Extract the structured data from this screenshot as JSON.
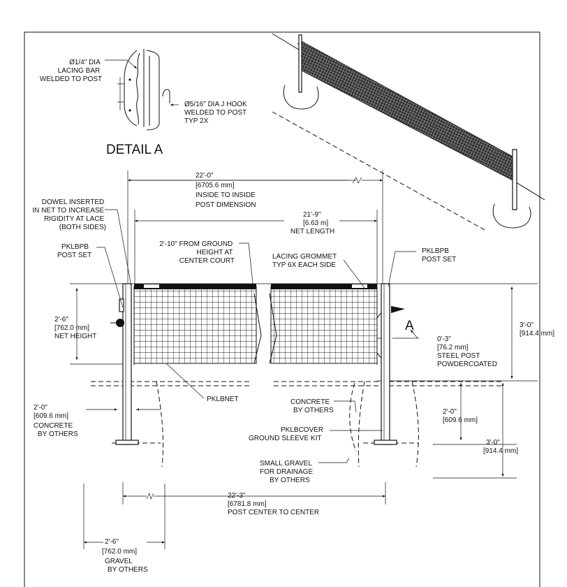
{
  "detail": {
    "title": "DETAIL  A",
    "lacing_bar": [
      "Ø1/4\" DIA",
      "LACING BAR",
      "WELDED TO POST"
    ],
    "j_hook": [
      "Ø5/16\" DIA J HOOK",
      "WELDED TO POST",
      "TYP 2X"
    ]
  },
  "dimensions": {
    "inside_post": [
      "22'-0\"",
      "[6705.6 mm]",
      "INSIDE TO INSIDE",
      "POST DIMENSION"
    ],
    "net_length": [
      "21'-9\"",
      "[6.63 m]",
      "NET LENGTH"
    ],
    "net_height": [
      "2'-6\"",
      "[762.0 mm]",
      "NET HEIGHT"
    ],
    "center_height": [
      "2'-10\" FROM GROUND",
      "HEIGHT AT",
      "CENTER  COURT"
    ],
    "post_height": [
      "3'-0\"",
      "[914.4 mm]"
    ],
    "post_width": [
      "0'-3\"",
      "[76.2 mm]",
      "STEEL POST",
      "POWDERCOATED"
    ],
    "concrete_depth_left": [
      "2'-0\"",
      "[609.6 mm]",
      "CONCRETE",
      "BY OTHERS"
    ],
    "concrete_depth_right": [
      "2'-0\"",
      "[609.6 mm]"
    ],
    "total_depth": [
      "3'-0\"",
      "[914.4 mm]"
    ],
    "post_center": [
      "22'-3\"",
      "[6781.8 mm]",
      "POST CENTER TO CENTER"
    ],
    "gravel_width": [
      "2'-6\"",
      "[762.0 mm]",
      "GRAVEL",
      "BY OTHERS"
    ]
  },
  "labels": {
    "dowel": [
      "DOWEL INSERTED",
      "IN NET TO INCREASE",
      "RIGIDITY AT LACE",
      "(BOTH SIDES)"
    ],
    "post_set_left": [
      "PKLBPB",
      "POST SET"
    ],
    "post_set_right": [
      "PKLBPB",
      "POST SET"
    ],
    "grommet": [
      "LACING GROMMET",
      "TYP 6X EACH SIDE"
    ],
    "net": "PKLBNET",
    "concrete_right": [
      "CONCRETE",
      "BY OTHERS"
    ],
    "cover": [
      "PKLBCOVER",
      "GROUND SLEEVE KIT"
    ],
    "gravel_right": [
      "SMALL GRAVEL",
      "FOR DRAINAGE",
      "BY OTHERS"
    ],
    "detail_marker": "A"
  }
}
